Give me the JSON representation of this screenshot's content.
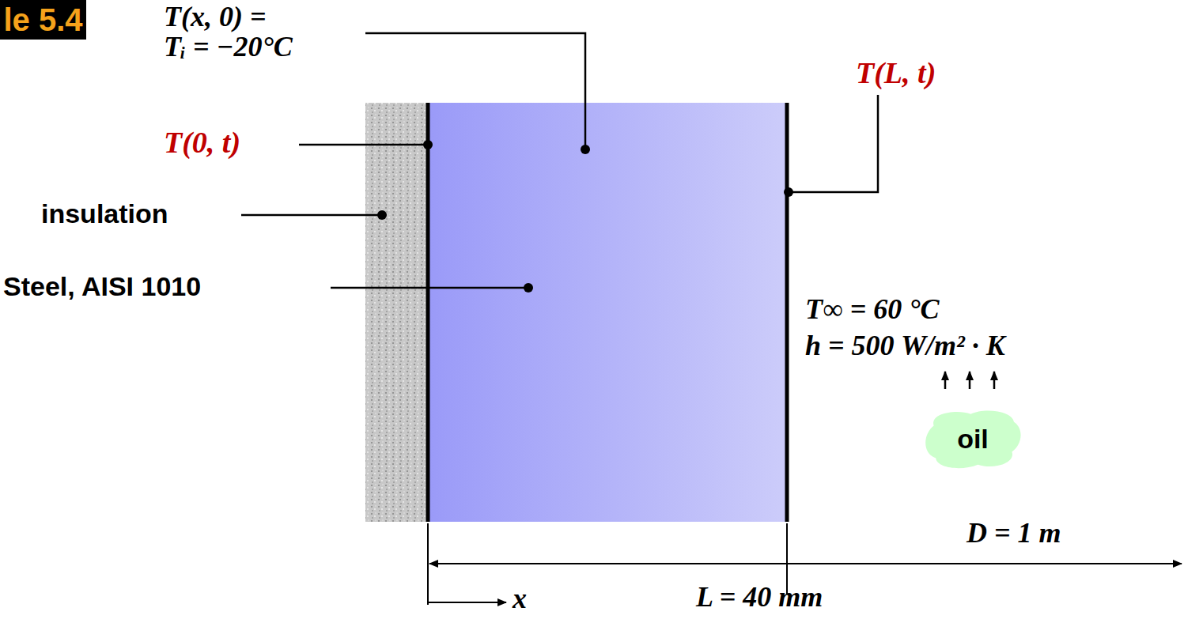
{
  "diagram": {
    "nodes": [
      {
        "text": [
          "le 5.4"
        ]
      },
      {
        "text": [
          "oil"
        ]
      }
    ],
    "labels": [
      "T(x, 0) =",
      "Tᵢ = −20°C",
      "T(0, t)",
      "insulation",
      "Steel, AISI 1010",
      "T(L, t)",
      "T∞ = 60 °C",
      "h = 500 W/m² · K",
      "D = 1 m",
      "x",
      "L = 40 mm"
    ]
  }
}
